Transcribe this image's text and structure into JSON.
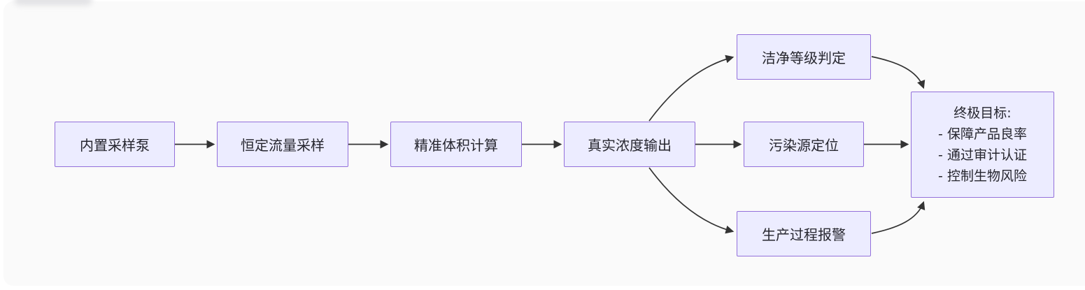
{
  "diagram": {
    "type": "flowchart",
    "direction": "left-to-right",
    "colors": {
      "canvas_background": "#fafafa",
      "node_fill": "#ececff",
      "node_border": "#9370db",
      "edge": "#333333",
      "text": "#26262e"
    },
    "nodes": [
      {
        "id": "A",
        "label": "内置采样泵"
      },
      {
        "id": "B",
        "label": "恒定流量采样"
      },
      {
        "id": "C",
        "label": "精准体积计算"
      },
      {
        "id": "D",
        "label": "真实浓度输出"
      },
      {
        "id": "E",
        "label": "洁净等级判定"
      },
      {
        "id": "F",
        "label": "污染源定位"
      },
      {
        "id": "G",
        "label": "生产过程报警"
      },
      {
        "id": "H",
        "lines": [
          "终极目标:",
          "- 保障产品良率",
          "- 通过审计认证",
          "- 控制生物风险"
        ]
      }
    ],
    "edges": [
      {
        "from": "内置采样泵",
        "to": "恒定流量采样"
      },
      {
        "from": "恒定流量采样",
        "to": "精准体积计算"
      },
      {
        "from": "精准体积计算",
        "to": "真实浓度输出"
      },
      {
        "from": "真实浓度输出",
        "to": "洁净等级判定"
      },
      {
        "from": "真实浓度输出",
        "to": "污染源定位"
      },
      {
        "from": "真实浓度输出",
        "to": "生产过程报警"
      },
      {
        "from": "洁净等级判定",
        "to": "终极目标"
      },
      {
        "from": "污染源定位",
        "to": "终极目标"
      },
      {
        "from": "生产过程报警",
        "to": "终极目标"
      }
    ]
  }
}
